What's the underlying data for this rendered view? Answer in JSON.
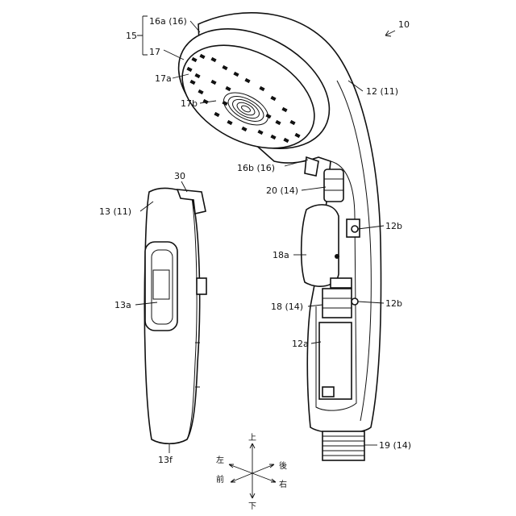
{
  "figure_ref": "10",
  "labels": {
    "l15": "15",
    "l16a": "16a (16)",
    "l17": "17",
    "l17a": "17a",
    "l17b": "17b",
    "l12": "12 (11)",
    "l16b": "16b (16)",
    "l30": "30",
    "l20": "20 (14)",
    "l13": "13 (11)",
    "l12b_top": "12b",
    "l18a": "18a",
    "l13a": "13a",
    "l18": "18 (14)",
    "l12b_bot": "12b",
    "l12a": "12a",
    "l13f": "13f",
    "l19": "19 (14)"
  },
  "directions": {
    "up": "上",
    "down": "下",
    "left": "左",
    "right": "右",
    "front": "前",
    "back": "後"
  }
}
